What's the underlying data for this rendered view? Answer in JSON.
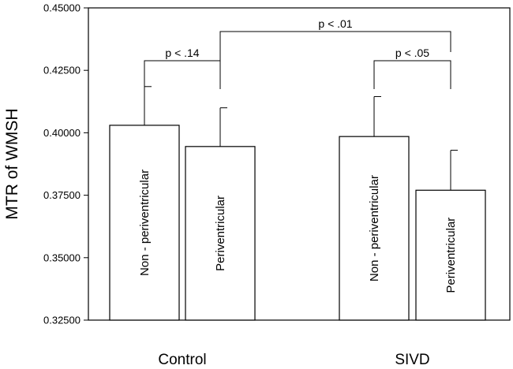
{
  "chart_data": {
    "type": "bar",
    "ylabel": "MTR of WMSH",
    "ylim": [
      0.325,
      0.45
    ],
    "yticks": [
      0.325,
      0.35,
      0.375,
      0.4,
      0.425,
      0.45
    ],
    "ytick_labels": [
      "0.32500",
      "0.35000",
      "0.37500",
      "0.40000",
      "0.42500",
      "0.45000"
    ],
    "categories": [
      "Control",
      "SIVD"
    ],
    "bars": [
      {
        "group": "Control",
        "label": "Non - periventricular",
        "value": 0.403,
        "error": 0.0155
      },
      {
        "group": "Control",
        "label": "Periventricular",
        "value": 0.3945,
        "error": 0.0155
      },
      {
        "group": "SIVD",
        "label": "Non - periventricular",
        "value": 0.3985,
        "error": 0.016
      },
      {
        "group": "SIVD",
        "label": "Periventricular",
        "value": 0.377,
        "error": 0.016
      }
    ],
    "annotations": [
      {
        "text": "p < .14",
        "from_bar": 0,
        "to_bar": 1
      },
      {
        "text": "p < .05",
        "from_bar": 2,
        "to_bar": 3
      },
      {
        "text": "p < .01",
        "from_bar": 1,
        "to_bar": 3
      }
    ],
    "grid": false,
    "legend": "none"
  }
}
